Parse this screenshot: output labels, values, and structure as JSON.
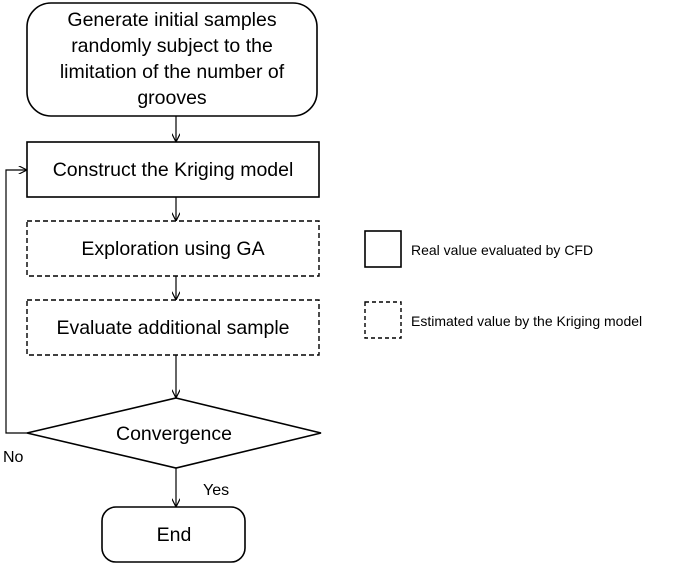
{
  "flowchart": {
    "start_box": {
      "lines": [
        "Generate initial samples",
        "randomly subject to the",
        "limitation of the number of",
        "grooves"
      ]
    },
    "kriging_box": {
      "label": "Construct the Kriging model"
    },
    "ga_box": {
      "label": "Exploration using GA"
    },
    "evaluate_box": {
      "label": "Evaluate additional sample"
    },
    "decision": {
      "label": "Convergence"
    },
    "end_box": {
      "label": "End"
    },
    "yes_label": "Yes",
    "no_label": "No"
  },
  "legend": {
    "solid": {
      "label": "Real value evaluated by CFD"
    },
    "dashed": {
      "label": "Estimated value by the Kriging model"
    }
  }
}
